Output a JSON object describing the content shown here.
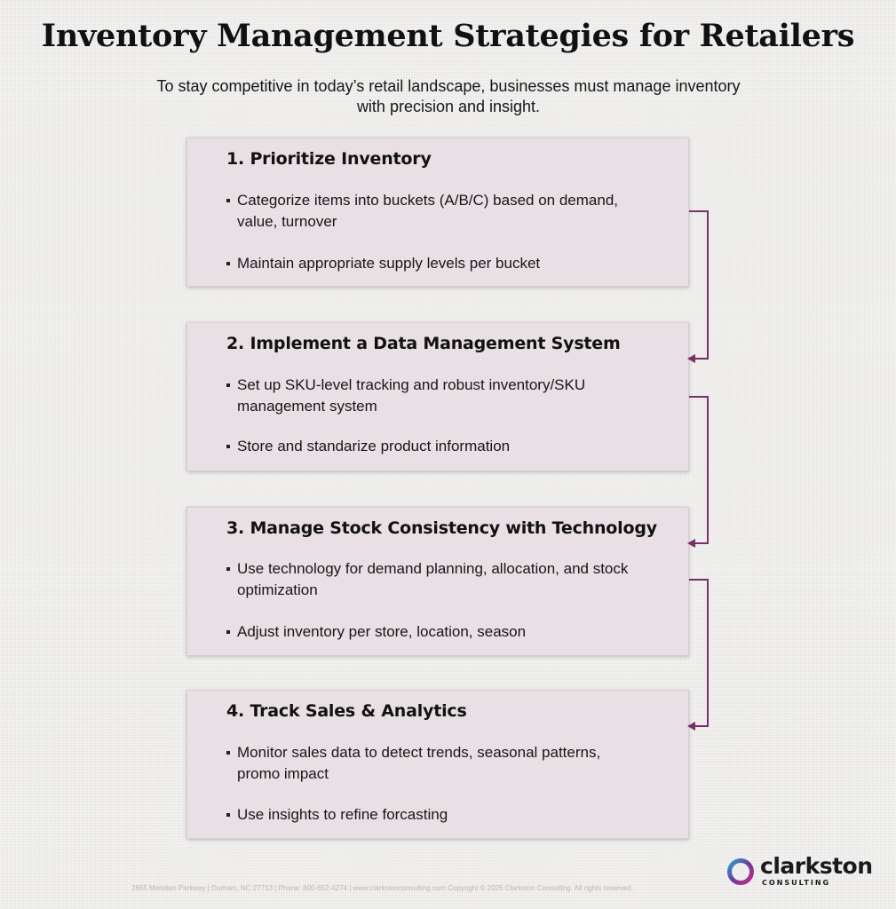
{
  "title": "Inventory Management Strategies for Retailers",
  "subtitle": "To stay competitive in today’s retail landscape, businesses must manage inventory with precision and insight.",
  "accent_color": "#7a2d68",
  "card_color": "#e9e0e6",
  "steps": [
    {
      "title": "1. Prioritize Inventory",
      "bullets": [
        "Categorize items into buckets (A/B/C) based on demand, value, turnover",
        "Maintain appropriate supply levels per bucket"
      ]
    },
    {
      "title": "2. Implement a Data Management System",
      "bullets": [
        "Set up SKU-level tracking and robust inventory/SKU management system",
        "Store and standarize product information"
      ]
    },
    {
      "title": "3. Manage Stock Consistency with Technology",
      "bullets": [
        "Use technology for demand planning, allocation, and stock optimization",
        "Adjust inventory per store, location, season"
      ]
    },
    {
      "title": "4. Track Sales & Analytics",
      "bullets": [
        "Monitor sales data to detect trends, seasonal patterns, promo impact",
        "Use insights to refine forcasting"
      ]
    }
  ],
  "footer": "2655 Meridian Parkway | Durham, NC 27713 | Phone: 800-652-4274 | www.clarkstonconsulting.com Copyright © 2025 Clarkston Consulting. All rights reserved.",
  "logo": {
    "name": "clarkston",
    "sub": "CONSULTING"
  }
}
